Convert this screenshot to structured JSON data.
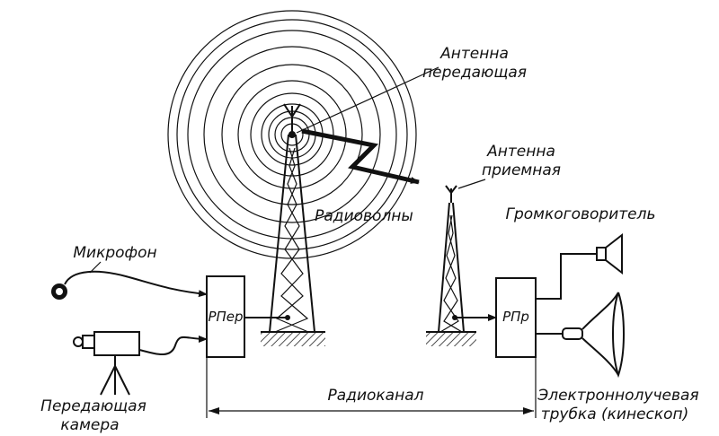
{
  "labels": {
    "tx_antenna_line1": "Антенна",
    "tx_antenna_line2": "передающая",
    "rx_antenna_line1": "Антенна",
    "rx_antenna_line2": "приемная",
    "radio_waves": "Радиоволны",
    "loudspeaker": "Громкоговоритель",
    "microphone": "Микрофон",
    "transmitter": "РПер",
    "receiver": "РПр",
    "camera_line1": "Передающая",
    "camera_line2": "камера",
    "radio_channel": "Радиоканал",
    "crt_line1": "Электроннолучевая",
    "crt_line2": "трубка (кинескоп)"
  }
}
